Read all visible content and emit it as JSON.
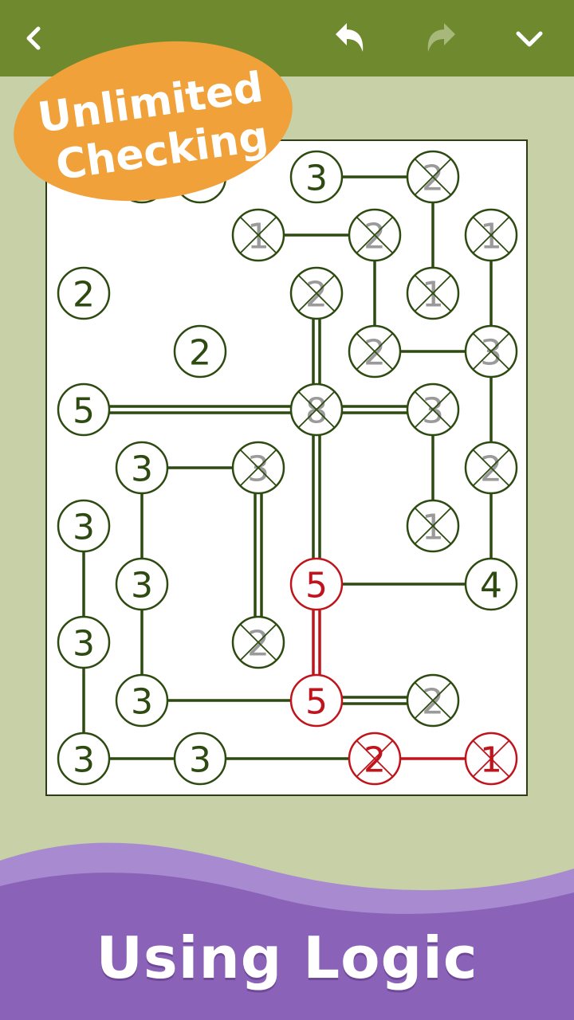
{
  "toolbar": {
    "back_icon": "chevron-left-icon",
    "undo_icon": "undo-icon",
    "redo_icon": "redo-icon",
    "menu_icon": "chevron-down-icon"
  },
  "badge": {
    "line1": "Unlimited",
    "line2": "Checking"
  },
  "footer": {
    "caption": "Using Logic"
  },
  "colors": {
    "topbar": "#6f8a2e",
    "background": "#c7d0a7",
    "node_default": "#2d4a10",
    "node_done": "#9a9a9a",
    "node_error": "#c0141c",
    "badge": "#f0a13a",
    "wave": "#8a62b8"
  },
  "puzzle": {
    "grid": {
      "cols": 8,
      "rows": 11
    },
    "islands": [
      {
        "id": "a1",
        "col": 4,
        "row": 0,
        "value": "3",
        "state": "normal"
      },
      {
        "id": "a2",
        "col": 6,
        "row": 0,
        "value": "2",
        "state": "done"
      },
      {
        "id": "b1",
        "col": 3,
        "row": 1,
        "value": "1",
        "state": "done"
      },
      {
        "id": "b2",
        "col": 5,
        "row": 1,
        "value": "2",
        "state": "done"
      },
      {
        "id": "b3",
        "col": 7,
        "row": 1,
        "value": "1",
        "state": "done"
      },
      {
        "id": "c1",
        "col": 0,
        "row": 2,
        "value": "2",
        "state": "normal"
      },
      {
        "id": "c2",
        "col": 4,
        "row": 2,
        "value": "2",
        "state": "done"
      },
      {
        "id": "c3",
        "col": 6,
        "row": 2,
        "value": "1",
        "state": "done"
      },
      {
        "id": "d1",
        "col": 2,
        "row": 3,
        "value": "2",
        "state": "normal"
      },
      {
        "id": "d2",
        "col": 5,
        "row": 3,
        "value": "2",
        "state": "done"
      },
      {
        "id": "d3",
        "col": 7,
        "row": 3,
        "value": "3",
        "state": "done"
      },
      {
        "id": "e1",
        "col": 0,
        "row": 4,
        "value": "5",
        "state": "normal"
      },
      {
        "id": "e2",
        "col": 4,
        "row": 4,
        "value": "8",
        "state": "done"
      },
      {
        "id": "e3",
        "col": 6,
        "row": 4,
        "value": "3",
        "state": "done"
      },
      {
        "id": "f1",
        "col": 1,
        "row": 5,
        "value": "3",
        "state": "normal"
      },
      {
        "id": "f2",
        "col": 3,
        "row": 5,
        "value": "3",
        "state": "done"
      },
      {
        "id": "f3",
        "col": 7,
        "row": 5,
        "value": "2",
        "state": "done"
      },
      {
        "id": "g1",
        "col": 0,
        "row": 6,
        "value": "3",
        "state": "normal"
      },
      {
        "id": "g2",
        "col": 6,
        "row": 6,
        "value": "1",
        "state": "done"
      },
      {
        "id": "h1",
        "col": 1,
        "row": 7,
        "value": "3",
        "state": "normal"
      },
      {
        "id": "h2",
        "col": 4,
        "row": 7,
        "value": "5",
        "state": "error"
      },
      {
        "id": "h3",
        "col": 7,
        "row": 7,
        "value": "4",
        "state": "normal"
      },
      {
        "id": "i1",
        "col": 0,
        "row": 8,
        "value": "3",
        "state": "normal"
      },
      {
        "id": "i2",
        "col": 3,
        "row": 8,
        "value": "2",
        "state": "done"
      },
      {
        "id": "j1",
        "col": 1,
        "row": 9,
        "value": "3",
        "state": "normal"
      },
      {
        "id": "j2",
        "col": 4,
        "row": 9,
        "value": "5",
        "state": "error"
      },
      {
        "id": "j3",
        "col": 6,
        "row": 9,
        "value": "2",
        "state": "done"
      },
      {
        "id": "k1",
        "col": 0,
        "row": 10,
        "value": "3",
        "state": "normal"
      },
      {
        "id": "k2",
        "col": 2,
        "row": 10,
        "value": "3",
        "state": "normal"
      },
      {
        "id": "k3",
        "col": 5,
        "row": 10,
        "value": "2",
        "state": "error-done"
      },
      {
        "id": "k4",
        "col": 7,
        "row": 10,
        "value": "1",
        "state": "error-done"
      },
      {
        "id": "z1",
        "col": 1,
        "row": 0,
        "value": "",
        "state": "hidden"
      },
      {
        "id": "z2",
        "col": 2,
        "row": 0,
        "value": "",
        "state": "hidden"
      }
    ],
    "bridges": [
      {
        "from": "a1",
        "to": "a2",
        "count": 1
      },
      {
        "from": "a2",
        "to": "c3",
        "count": 1
      },
      {
        "from": "b1",
        "to": "b2",
        "count": 1
      },
      {
        "from": "b2",
        "to": "d2",
        "count": 1
      },
      {
        "from": "b3",
        "to": "d3",
        "count": 1
      },
      {
        "from": "c2",
        "to": "e2",
        "count": 2
      },
      {
        "from": "d2",
        "to": "d3",
        "count": 1
      },
      {
        "from": "d3",
        "to": "f3",
        "count": 1
      },
      {
        "from": "e1",
        "to": "e2",
        "count": 2
      },
      {
        "from": "e2",
        "to": "e3",
        "count": 2
      },
      {
        "from": "e2",
        "to": "h2",
        "count": 2
      },
      {
        "from": "e3",
        "to": "g2",
        "count": 1
      },
      {
        "from": "f1",
        "to": "f2",
        "count": 1
      },
      {
        "from": "f2",
        "to": "i2",
        "count": 2
      },
      {
        "from": "f1",
        "to": "h1",
        "count": 1
      },
      {
        "from": "h1",
        "to": "j1",
        "count": 1
      },
      {
        "from": "f3",
        "to": "h3",
        "count": 1
      },
      {
        "from": "h2",
        "to": "h3",
        "count": 1
      },
      {
        "from": "h2",
        "to": "j2",
        "count": 2,
        "state": "error"
      },
      {
        "from": "g1",
        "to": "i1",
        "count": 1
      },
      {
        "from": "i1",
        "to": "k1",
        "count": 1
      },
      {
        "from": "j1",
        "to": "j2",
        "count": 1
      },
      {
        "from": "j2",
        "to": "j3",
        "count": 2
      },
      {
        "from": "k1",
        "to": "k2",
        "count": 1
      },
      {
        "from": "k2",
        "to": "k3",
        "count": 1
      },
      {
        "from": "k3",
        "to": "k4",
        "count": 1,
        "state": "error"
      }
    ]
  }
}
